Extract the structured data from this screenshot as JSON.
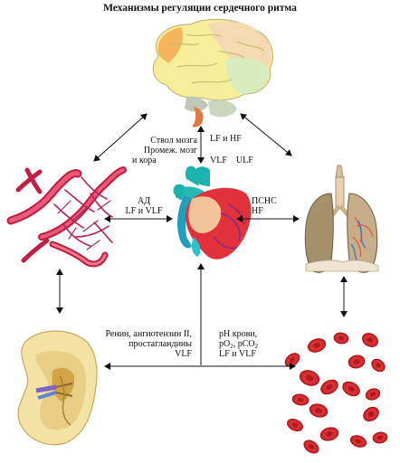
{
  "title": "Механизмы регуляции сердечного ритма",
  "labels": {
    "brain_heart_left": [
      "Ствол мозга",
      "Промеж. мозг",
      "и кора"
    ],
    "brain_heart_right_top": "LF и HF",
    "brain_heart_right_bottom": "VLF    ULF",
    "vessels_heart": [
      "АД",
      "LF и VLF"
    ],
    "heart_lungs": [
      "ПСНС",
      "HF"
    ],
    "kidney_heart": [
      "Ренин, ангиотензин II,",
      "простагландины",
      "VLF"
    ],
    "blood_heart_line1": "pH крови,",
    "blood_heart_line2_a": "pO",
    "blood_heart_line2_sub1": "2",
    "blood_heart_line2_b": ", pCO",
    "blood_heart_line2_sub2": "2",
    "blood_heart_line3": "LF и VLF"
  },
  "nodes": [
    "brain",
    "heart",
    "blood-vessels",
    "lungs",
    "kidney",
    "red-blood-cells"
  ]
}
